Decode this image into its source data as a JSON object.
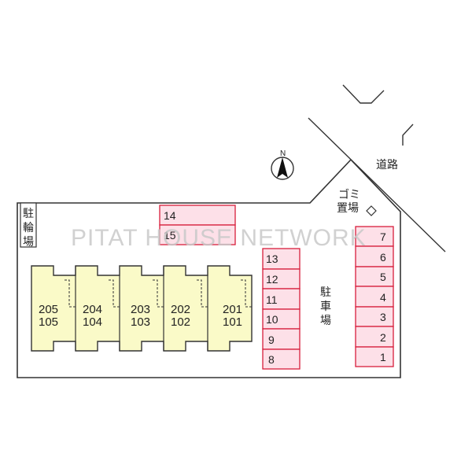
{
  "watermark": "PITAT HOUSE NETWORK",
  "labels": {
    "road": "道路",
    "garbage": [
      "ゴミ",
      "置場"
    ],
    "bicycle_parking": [
      "駐",
      "輪",
      "場"
    ],
    "car_parking": [
      "駐",
      "車",
      "場"
    ],
    "north": "N"
  },
  "buildings": [
    {
      "upper": "205",
      "lower": "105"
    },
    {
      "upper": "204",
      "lower": "104"
    },
    {
      "upper": "203",
      "lower": "103"
    },
    {
      "upper": "202",
      "lower": "102"
    },
    {
      "upper": "201",
      "lower": "101"
    }
  ],
  "parking": {
    "top_row": [
      "14",
      "15"
    ],
    "center_column": [
      "13",
      "12",
      "11",
      "10",
      "9",
      "8"
    ],
    "right_column": [
      "7",
      "6",
      "5",
      "4",
      "3",
      "2",
      "1"
    ]
  },
  "colors": {
    "building_fill": "#fafac8",
    "parking_fill": "#fde0e8",
    "parking_stroke": "#d81e3c",
    "outline": "#333333"
  }
}
